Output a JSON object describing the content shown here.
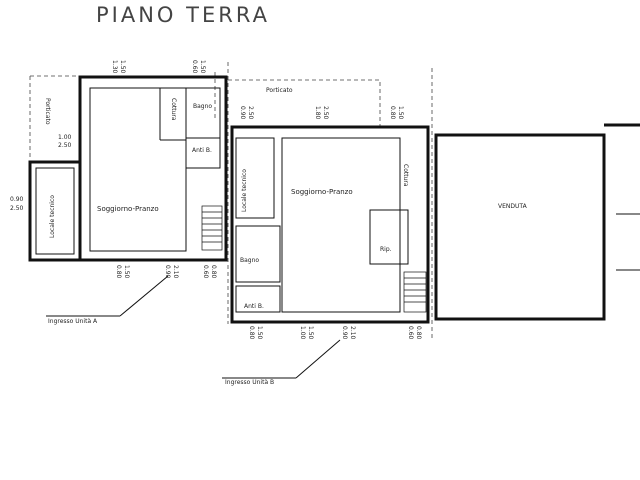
{
  "title": "PIANO TERRA",
  "unit_a": {
    "porticato": "Porticato",
    "soggiorno": "Soggiorno-Pranzo",
    "cottura": "Cottura",
    "bagno": "Bagno",
    "anti": "Anti B.",
    "locale": "Locale tecnico",
    "ingresso": "Ingresso Unità A",
    "dims": {
      "top1": [
        "1.30",
        "1.50"
      ],
      "top2": [
        "0.60",
        "1.50"
      ],
      "side1": [
        "1.00",
        "2.50"
      ],
      "side2": [
        "0.90",
        "2.50"
      ],
      "bot1": [
        "0.80",
        "1.50"
      ],
      "bot2": [
        "0.90",
        "2.10"
      ],
      "bot3": [
        "0.60",
        "0.80"
      ]
    }
  },
  "unit_b": {
    "porticato": "Porticato",
    "soggiorno": "Soggiorno-Pranzo",
    "cottura": "Cottura",
    "bagno": "Bagno",
    "anti": "Anti B.",
    "rip": "Rip.",
    "locale": "Locale tecnico",
    "ingresso": "Ingresso Unità B",
    "dims": {
      "top1": [
        "0.90",
        "2.50"
      ],
      "top2": [
        "1.80",
        "2.50"
      ],
      "top3": [
        "0.80",
        "1.50"
      ],
      "bot1": [
        "0.80",
        "1.50"
      ],
      "bot2": [
        "1.00",
        "1.50"
      ],
      "bot3": [
        "0.90",
        "2.10"
      ],
      "bot4": [
        "0.60",
        "0.80"
      ]
    }
  },
  "venduta": "VENDUTA"
}
